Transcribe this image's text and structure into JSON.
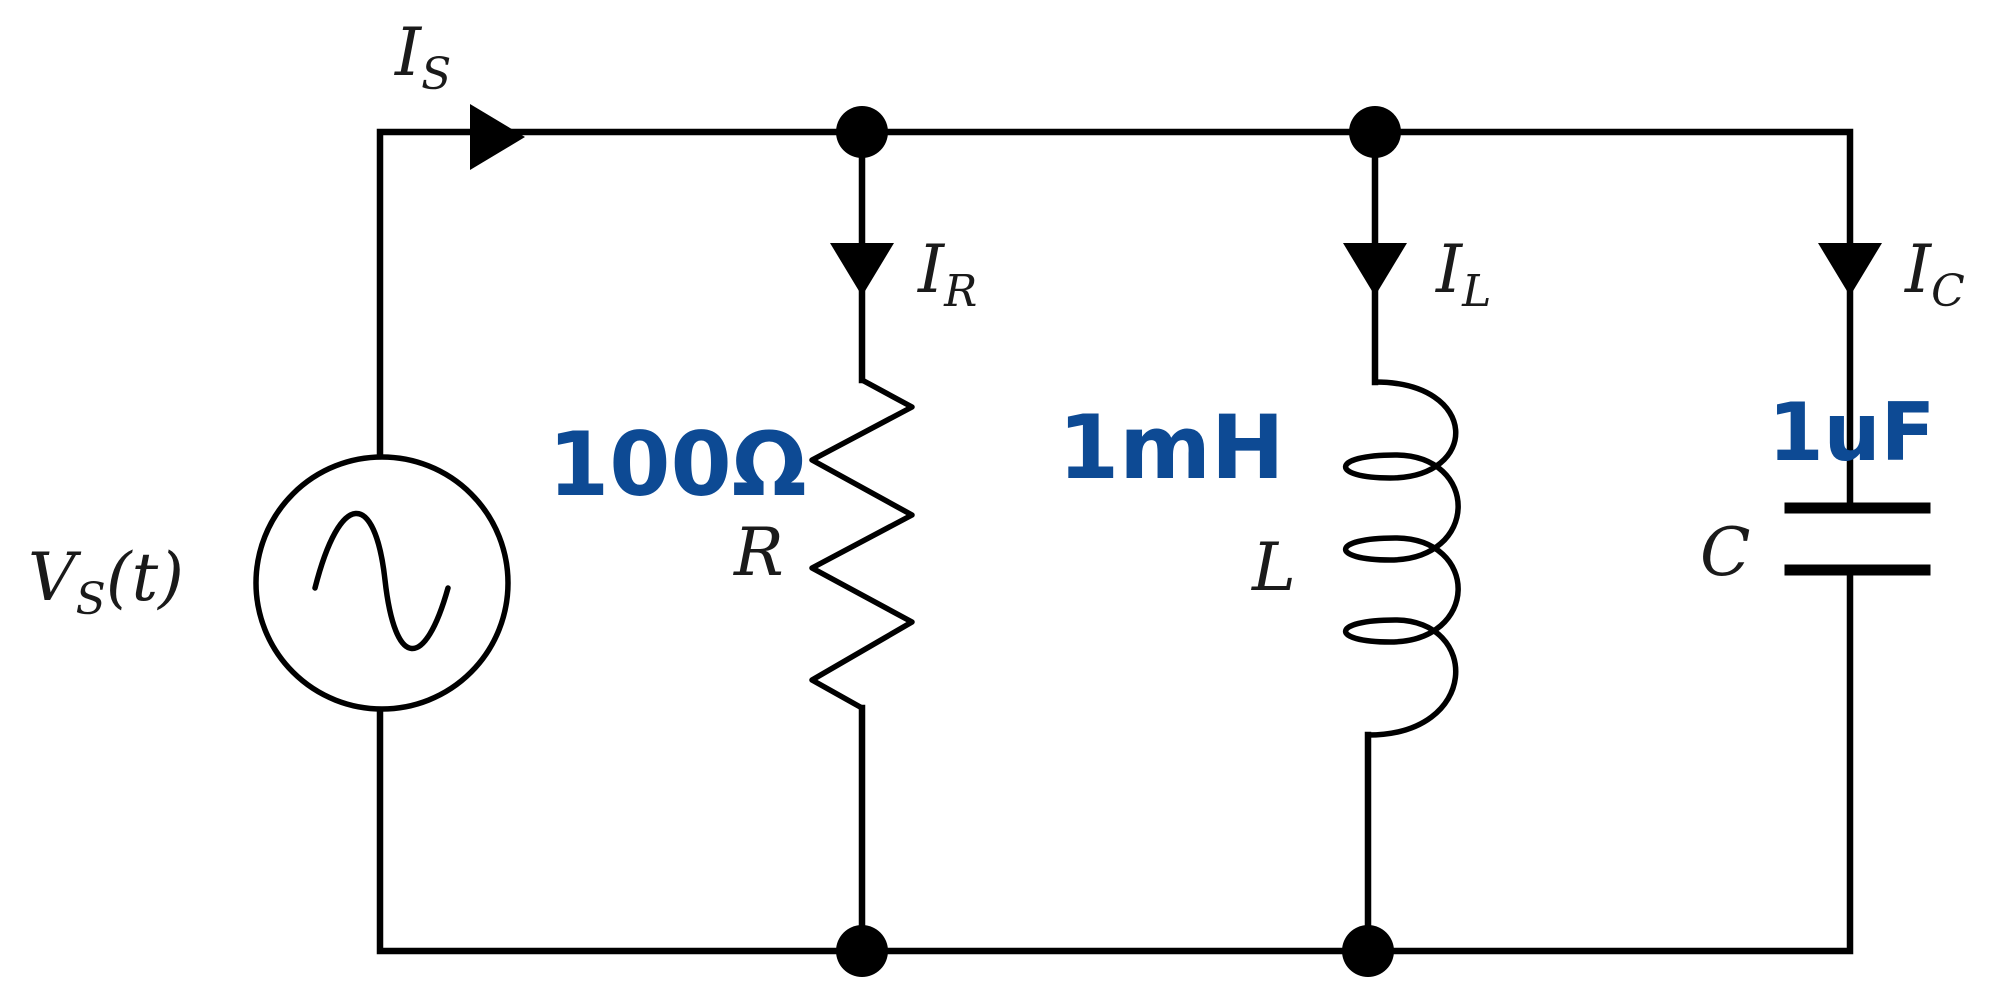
{
  "diagram": {
    "source": {
      "symbol": "V",
      "subscript": "S",
      "argument": "(t)"
    },
    "source_current": {
      "symbol": "I",
      "subscript": "S"
    },
    "branches": [
      {
        "component": "resistor",
        "symbol": "R",
        "current_symbol": "I",
        "current_subscript": "R",
        "value": "100Ω"
      },
      {
        "component": "inductor",
        "symbol": "L",
        "current_symbol": "I",
        "current_subscript": "L",
        "value": "1mH"
      },
      {
        "component": "capacitor",
        "symbol": "C",
        "current_symbol": "I",
        "current_subscript": "C",
        "value": "1uF"
      }
    ],
    "colors": {
      "wire": "#000000",
      "handwritten": "#0d4a94"
    }
  }
}
